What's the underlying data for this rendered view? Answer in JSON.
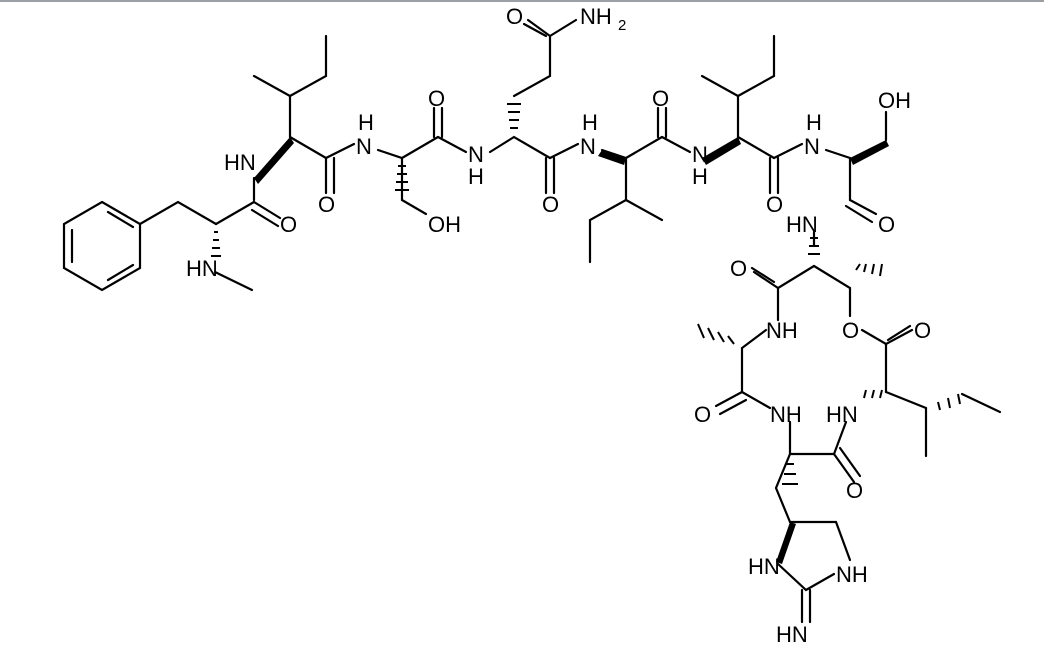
{
  "figure": {
    "colors": {
      "ink": "#000000",
      "background": "#ffffff",
      "top_border": "#9aa0a6"
    },
    "atom_labels": {
      "amide_o": "O",
      "amide_nh2_n": "NH",
      "amide_nh2_sub": "2",
      "n_hn_phe": "HN",
      "n_hn_methyl": "HN",
      "o_phe": "O",
      "n_h_ser1_h": "H",
      "n_h_ser1_n": "N",
      "o_ile1": "O",
      "o_ser1_top": "O",
      "oh_ser1": "OH",
      "n_gln": "N",
      "n_gln_h": "H",
      "o_gln_top": "O",
      "o_gln_bottom": "O",
      "n_ile2_h": "H",
      "n_ile2": "N",
      "o_ile2": "O",
      "n_ile3": "N",
      "n_ile3_h": "H",
      "o_ile3": "O",
      "n_ser2_h": "H",
      "n_ser2": "N",
      "oh_ser2": "OH",
      "o_ser2": "O",
      "hn_thr": "HN",
      "o_thr": "O",
      "nh_ala": "NH",
      "o_ring": "O",
      "o_lactone": "O",
      "o_ala": "O",
      "nh_his": "NH",
      "hn_ile4": "HN",
      "o_his": "O",
      "hn_ring": "HN",
      "nh_ring": "NH",
      "hn_imine": "HN"
    }
  }
}
